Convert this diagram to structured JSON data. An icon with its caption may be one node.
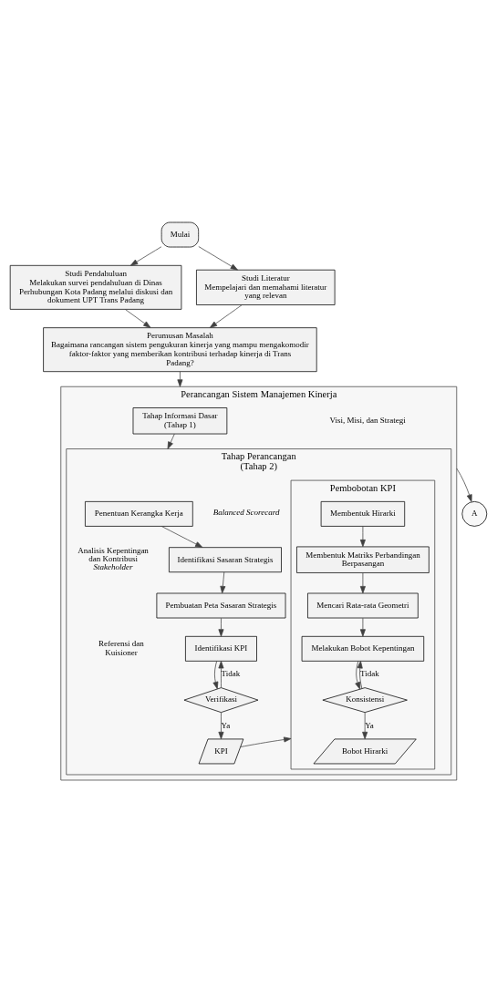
{
  "diagram": {
    "nodes": [
      {
        "text": [
          "Mulai"
        ]
      },
      {
        "text": [
          "Studi Pendahuluan",
          "Melakukan survei pendahuluan di Dinas Perhubungan Kota Padang melalui diskusi dan dokument UPT Trans Padang"
        ]
      },
      {
        "text": [
          "Studi Literatur",
          "Mempelajari dan memahami literatur yang relevan"
        ]
      },
      {
        "text": [
          "Perumusan Masalah",
          "Bagaimana rancangan sistem pengukuran kinerja yang mampu mengakomodir faktor-faktor yang memberikan kontribusi terhadap kinerja di Trans Padang?"
        ]
      },
      {
        "text": [
          "Perancangan Sistem Manajemen Kinerja"
        ]
      },
      {
        "text": [
          "Tahap Informasi Dasar (Tahap 1)"
        ],
        "in": 4
      },
      {
        "text": [
          "Tahap Perancangan (Tahap 2)"
        ],
        "in": 4
      },
      {
        "text": [
          "Penentuan Kerangka Kerja"
        ],
        "in": 6
      },
      {
        "text": [
          "Identifikasi Sasaran Strategis"
        ],
        "in": 6
      },
      {
        "text": [
          "Pembuatan Peta Sasaran Strategis"
        ],
        "in": 6
      },
      {
        "text": [
          "Identifikasi KPI"
        ],
        "in": 6
      },
      {
        "text": [
          "Verifikasi"
        ],
        "in": 6
      },
      {
        "text": [
          "KPI"
        ],
        "in": 6
      },
      {
        "text": [
          "Pembobotan KPI"
        ],
        "in": 6
      },
      {
        "text": [
          "Membentuk Hirarki"
        ],
        "in": 13
      },
      {
        "text": [
          "Membentuk Matriks Perbandingan Berpasangan"
        ],
        "in": 13
      },
      {
        "text": [
          "Mencari Rata-rata Geometri"
        ],
        "in": 13
      },
      {
        "text": [
          "Melakukan Bobot Kepentingan"
        ],
        "in": 13
      },
      {
        "text": [
          "Konsistensi"
        ],
        "in": 13
      },
      {
        "text": [
          "Bobot Hirarki"
        ],
        "in": 13
      },
      {
        "text": [
          "A"
        ]
      }
    ],
    "edges": [
      {
        "from": 0,
        "to": 1,
        "arrow": "to"
      },
      {
        "from": 0,
        "to": 2,
        "arrow": "to"
      },
      {
        "from": 1,
        "to": 3,
        "arrow": "to"
      },
      {
        "from": 2,
        "to": 3,
        "arrow": "to"
      },
      {
        "from": 3,
        "to": 4,
        "arrow": "to"
      },
      {
        "from": 5,
        "to": 6,
        "arrow": "to"
      },
      {
        "from": 7,
        "to": 8,
        "arrow": "to"
      },
      {
        "from": 8,
        "to": 9,
        "arrow": "to"
      },
      {
        "from": 9,
        "to": 10,
        "arrow": "to"
      },
      {
        "from": 10,
        "to": 11,
        "arrow": "to"
      },
      {
        "from": 11,
        "to": 10,
        "arrow": "to",
        "label": "Tidak"
      },
      {
        "from": 11,
        "to": 12,
        "arrow": "to",
        "label": "Ya"
      },
      {
        "from": 12,
        "to": 13,
        "arrow": "to"
      },
      {
        "from": 14,
        "to": 15,
        "arrow": "to"
      },
      {
        "from": 15,
        "to": 16,
        "arrow": "to"
      },
      {
        "from": 16,
        "to": 17,
        "arrow": "to"
      },
      {
        "from": 17,
        "to": 18,
        "arrow": "to"
      },
      {
        "from": 18,
        "to": 17,
        "arrow": "to",
        "label": "Tidak"
      },
      {
        "from": 18,
        "to": 19,
        "arrow": "to",
        "label": "Ya"
      },
      {
        "from": 4,
        "to": 20,
        "arrow": "to"
      }
    ],
    "labels": [
      "Visi, Misi, dan Strategi",
      "Balanced Scorecard",
      "Analisis Kepentingan dan Kontribusi *Stakeholder*",
      "Referensi dan Kuisioner"
    ]
  }
}
